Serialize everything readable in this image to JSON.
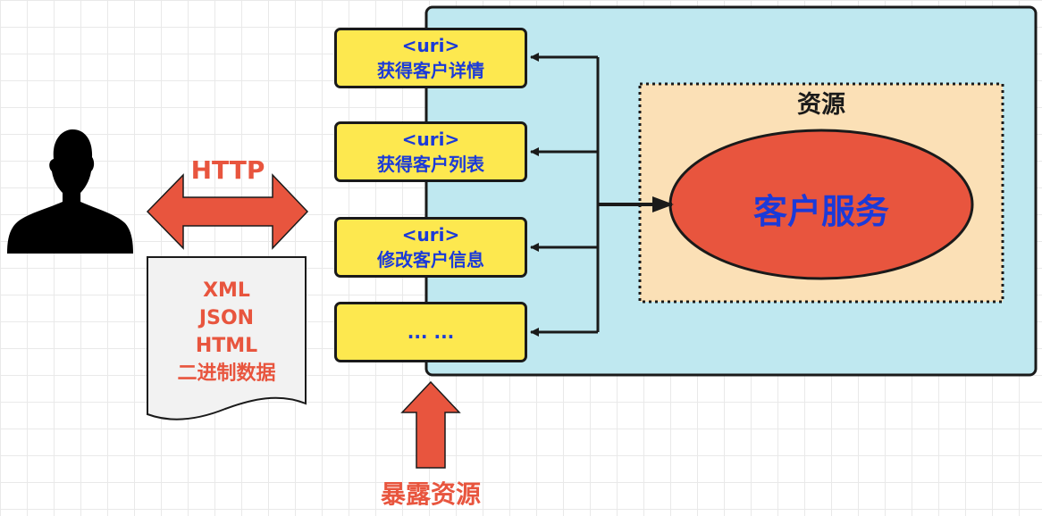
{
  "http_label": "HTTP",
  "formats": [
    "XML",
    "JSON",
    "HTML",
    "二进制数据"
  ],
  "uri_boxes": [
    {
      "tag": "<uri>",
      "name": "获得客户详情"
    },
    {
      "tag": "<uri>",
      "name": "获得客户列表"
    },
    {
      "tag": "<uri>",
      "name": "修改客户信息"
    },
    {
      "tag": "",
      "name": "... ..."
    }
  ],
  "resource_label": "资源",
  "service_label": "客户服务",
  "expose_label": "暴露资源",
  "colors": {
    "panel": "#bfe8f0",
    "uri_box": "#fde84f",
    "resource": "#fbe0b6",
    "service": "#e8553e",
    "arrow": "#e8553e",
    "blue_text": "#1b3ad8"
  }
}
